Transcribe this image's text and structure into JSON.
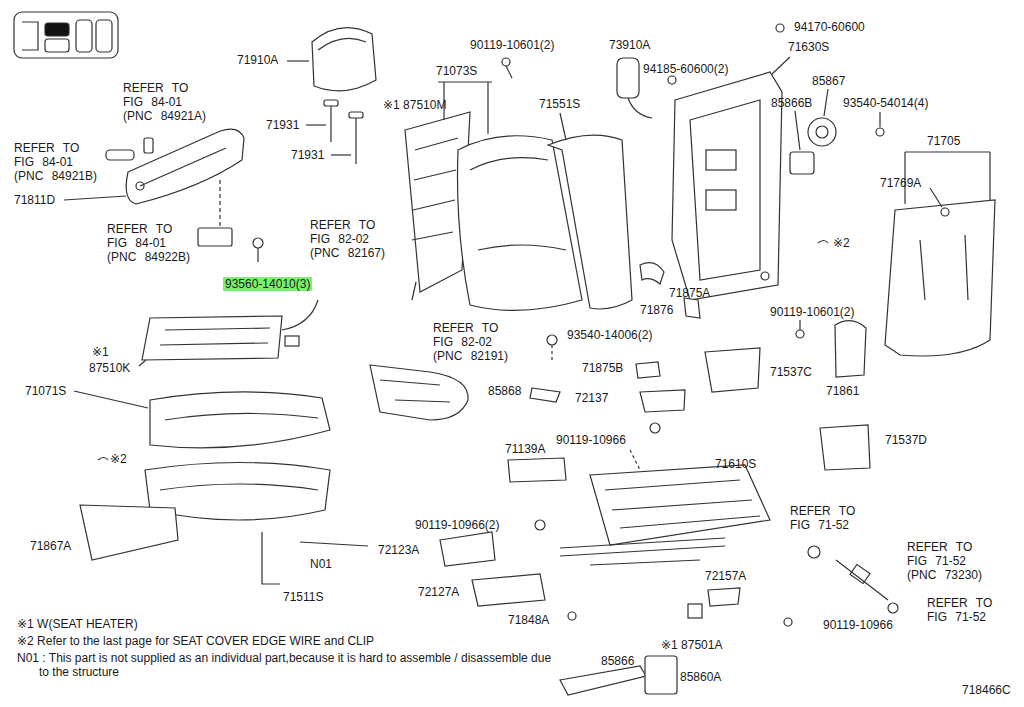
{
  "diagram": {
    "nodes": [
      {
        "text": [
          "93560-14010(3)"
        ]
      }
    ],
    "labels": [
      "71910A",
      "REFER TO FIG 84-01 (PNC 84921A)",
      "REFER TO FIG 84-01 (PNC 84921B)",
      "71811D",
      "REFER TO FIG 84-01 (PNC 84922B)",
      "71931",
      "71931",
      "90119-10601(2)",
      "71073S",
      "※1 87510M",
      "73910A",
      "71551S",
      "94185-60600(2)",
      "94170-60600",
      "71630S",
      "85867",
      "85866B",
      "93540-54014(4)",
      "71705",
      "71769A",
      "※2",
      "REFER TO FIG 82-02 (PNC 82167)",
      "※1",
      "87510K",
      "71071S",
      "※2",
      "71875A",
      "71876",
      "90119-10601(2)",
      "71861",
      "REFER TO FIG 82-02 (PNC 82191)",
      "93540-14006(2)",
      "85868",
      "71875B",
      "71537C",
      "72137",
      "90119-10966",
      "71139A",
      "71610S",
      "71537D",
      "REFER TO FIG 71-52",
      "REFER TO FIG 71-52 (PNC 73230)",
      "REFER TO FIG 71-52",
      "71867A",
      "90119-10966(2)",
      "72123A",
      "N01",
      "71511S",
      "72127A",
      "72157A",
      "71848A",
      "90119-10966",
      "※1 87501A",
      "85866",
      "85860A",
      "※1 W(SEAT HEATER)",
      "※2 Refer to the last page for SEAT COVER EDGE WIRE and CLIP",
      "N01 : This part is not supplied as an individual part,because it is hard to assemble / disassemble due to the structure",
      "718466C"
    ]
  }
}
